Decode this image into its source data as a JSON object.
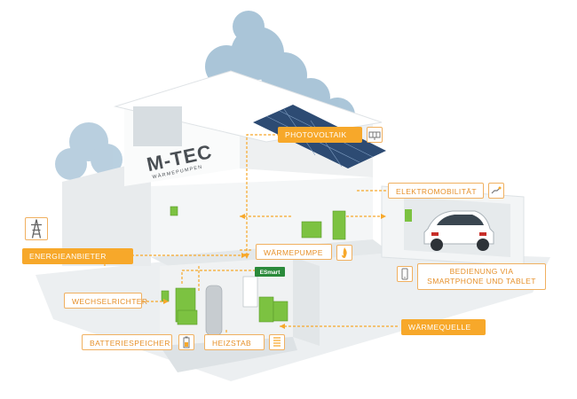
{
  "brand": {
    "name": "M-TEC",
    "subtitle": "WÄRMEPUMPEN"
  },
  "device_badge": "ESmart",
  "labels": {
    "photovoltaik": "PHOTOVOLTAIK",
    "elektromobilitaet": "ELEKTROMOBILITÄT",
    "energieanbieter": "ENERGIEANBIETER",
    "waermepumpe": "WÄRMEPUMPE",
    "bedienung": "BEDIENUNG VIA SMARTPHONE UND TABLET",
    "wechselrichter": "WECHSELRICHTER",
    "waermequelle": "WÄRMEQUELLE",
    "batteriespeicher": "BATTERIESPEICHER",
    "heizstab": "HEIZSTAB"
  },
  "icons": [
    "solar-panel-icon",
    "electric-car-plug-icon",
    "power-pylon-icon",
    "heat-pump-flame-icon",
    "smartphone-icon",
    "battery-icon",
    "heating-rod-icon"
  ],
  "colors": {
    "accent": "#f7a82a",
    "device_green": "#7cc241",
    "wall": "#f2f4f5",
    "tree": "#8ab0c8"
  }
}
